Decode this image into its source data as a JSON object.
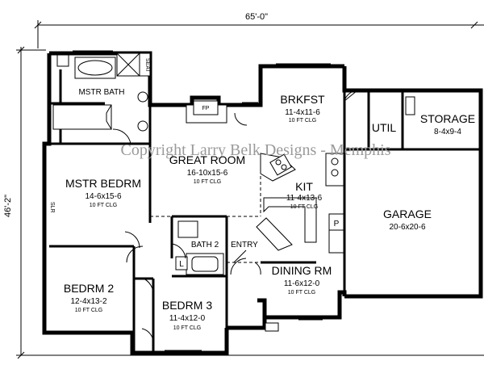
{
  "dimensions": {
    "width_label": "65'-0\"",
    "depth_label": "46'-2\""
  },
  "watermark": "Copyright Larry Belk Designs - Memphis",
  "rooms": {
    "mstr_bath": {
      "name": "MSTR BATH"
    },
    "mstr_bedrm": {
      "name": "MSTR BEDRM",
      "dims": "14-6x15-6",
      "ceiling": "10 FT CLG"
    },
    "great_room": {
      "name": "GREAT ROOM",
      "dims": "16-10x15-6",
      "ceiling": "10 FT CLG"
    },
    "brkfst": {
      "name": "BRKFST",
      "dims": "11-4x11-6",
      "ceiling": "10 FT CLG"
    },
    "kit": {
      "name": "KIT",
      "dims": "11-4x13-6",
      "ceiling": "10 FT CLG"
    },
    "util": {
      "name": "UTIL"
    },
    "storage": {
      "name": "STORAGE",
      "dims": "8-4x9-4"
    },
    "garage": {
      "name": "GARAGE",
      "dims": "20-6x20-6"
    },
    "bedrm2": {
      "name": "BEDRM 2",
      "dims": "12-4x13-2",
      "ceiling": "10 FT CLG"
    },
    "bath2": {
      "name": "BATH 2"
    },
    "entry": {
      "name": "ENTRY"
    },
    "bedrm3": {
      "name": "BEDRM 3",
      "dims": "11-4x12-0",
      "ceiling": "10 FT CLG"
    },
    "dining": {
      "name": "DINING RM",
      "dims": "11-6x12-0",
      "ceiling": "10 FT CLG"
    }
  },
  "fixtures": {
    "fireplace": "FP",
    "seat": "SEAT",
    "shelf": "SLR",
    "pantry": "P",
    "linen": "L"
  }
}
